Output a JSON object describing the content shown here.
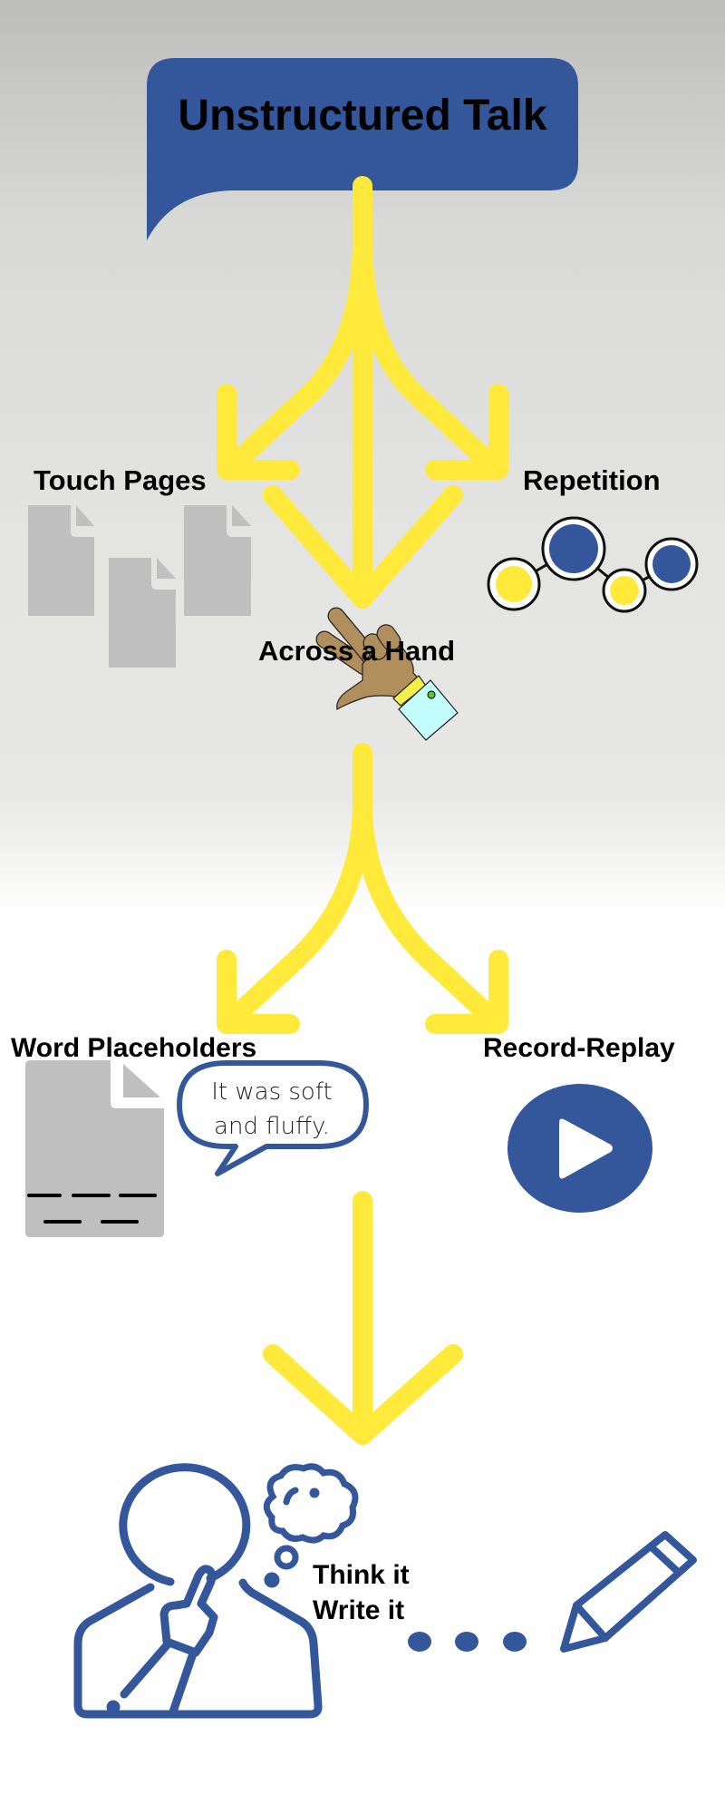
{
  "title": "Unstructured Talk",
  "labels": {
    "touch_pages": "Touch Pages",
    "repetition": "Repetition",
    "across_a_hand": "Across a Hand",
    "word_placeholders": "Word Placeholders",
    "record_replay": "Record-Replay",
    "think_it": "Think it",
    "write_it": "Write it"
  },
  "speech_bubble": {
    "line1": "It was soft",
    "line2": "and fluffy."
  },
  "colors": {
    "blue": "#34569b",
    "yellow": "#ffea3b",
    "gray_doc": "#bfbfbf",
    "hand": "#b08f5c",
    "cuff_yellow": "#f4f04a",
    "cuff_blue": "#c4fdfd"
  }
}
